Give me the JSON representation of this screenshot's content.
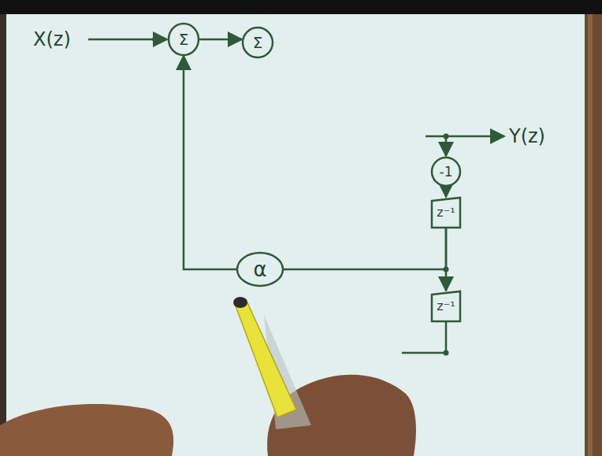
{
  "diagram": {
    "nodes": [
      {
        "text": [
          "Σ"
        ]
      },
      {
        "text": [
          "Σ"
        ]
      },
      {
        "text": [
          "-1"
        ]
      },
      {
        "text": [
          "z⁻¹"
        ]
      },
      {
        "text": [
          "α"
        ]
      },
      {
        "text": [
          "z⁻¹"
        ]
      }
    ],
    "edges": [
      {
        "from": 0,
        "to": 1,
        "arrow": "to"
      },
      {
        "from": 2,
        "to": 3,
        "arrow": "to"
      },
      {
        "from": 3,
        "to": 5,
        "arrow": "to"
      },
      {
        "from": 3,
        "to": 4,
        "arrow": "none"
      },
      {
        "from": 4,
        "to": 0,
        "arrow": "to"
      }
    ],
    "labels": [
      "X(z)",
      "Y(z)"
    ]
  }
}
